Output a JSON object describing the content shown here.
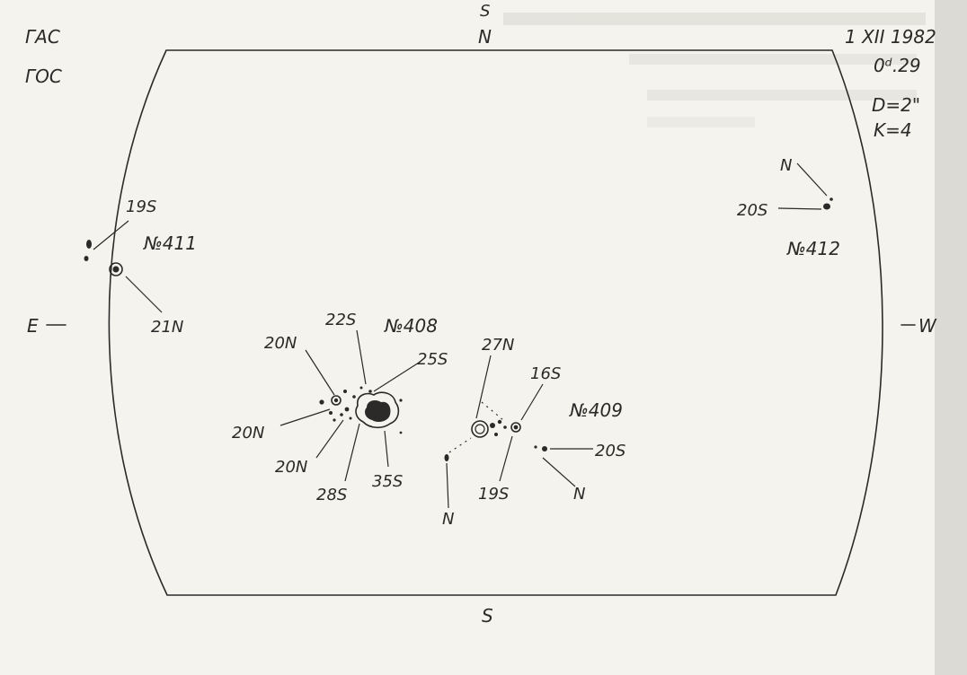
{
  "header": {
    "gas": "ГАС",
    "gos": "ГОС",
    "date": "1 XII 1982",
    "time": "0ᵈ.29",
    "d_param": "D=2\"",
    "k_param": "K=4"
  },
  "compass": {
    "north": "N",
    "south": "S",
    "east": "E",
    "west": "W"
  },
  "groups": {
    "g411": {
      "number": "№411",
      "spots": [
        "19S",
        "21N"
      ]
    },
    "g412": {
      "number": "№412",
      "spots": [
        "N",
        "20S"
      ]
    },
    "g408": {
      "number": "№408",
      "spots": [
        "22S",
        "20N",
        "25S",
        "20N",
        "20N",
        "28S",
        "35S"
      ]
    },
    "g409": {
      "number": "№409",
      "spots": [
        "27N",
        "16S",
        "19S",
        "20S",
        "N",
        "N"
      ]
    }
  }
}
